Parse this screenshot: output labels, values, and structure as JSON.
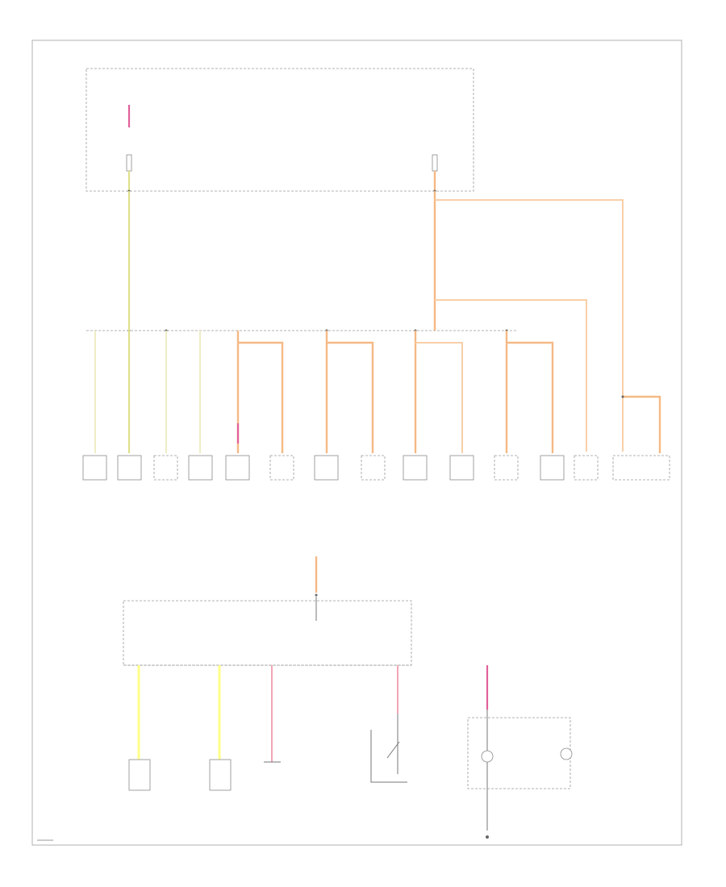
{
  "diagram": {
    "top_fuse_box_label": "",
    "bottom_fuse_box_label": "",
    "components": [
      {
        "id": "c1",
        "label": ""
      },
      {
        "id": "c2",
        "label": ""
      },
      {
        "id": "c3",
        "label": ""
      },
      {
        "id": "c4",
        "label": ""
      },
      {
        "id": "c5",
        "label": ""
      },
      {
        "id": "c6",
        "label": ""
      },
      {
        "id": "c7",
        "label": ""
      },
      {
        "id": "c8",
        "label": ""
      },
      {
        "id": "c9",
        "label": ""
      },
      {
        "id": "c10",
        "label": ""
      },
      {
        "id": "c11",
        "label": ""
      },
      {
        "id": "c12",
        "label": ""
      },
      {
        "id": "c13",
        "label": ""
      },
      {
        "id": "c14",
        "label": ""
      }
    ],
    "lower_components": [
      {
        "id": "l1",
        "label": ""
      },
      {
        "id": "l2",
        "label": ""
      },
      {
        "id": "l3",
        "label": ""
      }
    ],
    "wire_colors": {
      "orange": "#f5b985",
      "yellow": "#dfe08a",
      "bright_yellow": "#ffff88",
      "pink": "#f2a6b6",
      "magenta": "#e2609a",
      "gray": "#9a9a9a"
    }
  }
}
